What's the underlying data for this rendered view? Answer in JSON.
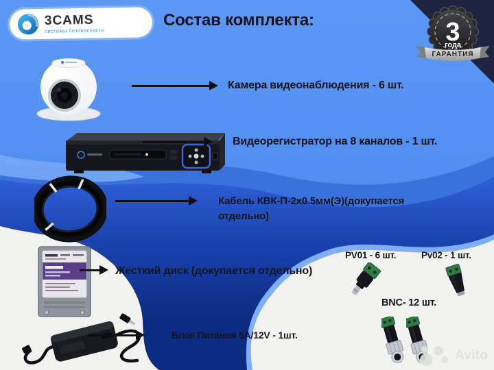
{
  "brand": {
    "name": "3CAMS",
    "tagline": "системы безопасности"
  },
  "header": {
    "title": "Состав комплекта:"
  },
  "badge": {
    "number": "3",
    "unit": "года",
    "ribbon_text": "ГАРАНТИЯ"
  },
  "items": [
    {
      "id": "camera",
      "label": "Камера видеонаблюдения - 6 шт."
    },
    {
      "id": "dvr",
      "label": "Видеорегистратор на 8 каналов - 1 шт."
    },
    {
      "id": "cable",
      "label": "Кабель КВК-П-2х0.5мм(Э)(докупается отдельно)"
    },
    {
      "id": "hdd",
      "label": "Жесткий диск (докупается отдельно)"
    },
    {
      "id": "psu",
      "label": "Блок Питания 5А/12V - 1шт."
    }
  ],
  "connectors": [
    {
      "id": "pv01",
      "label": "PV01 - 6 шт."
    },
    {
      "id": "pv02",
      "label": "Pv02 - 1 шт."
    },
    {
      "id": "bnc",
      "label": "BNC- 12 шт."
    }
  ],
  "watermark": {
    "text": "Avito"
  },
  "colors": {
    "background_blue": "#5492f2",
    "wave_mid_blue": "#3b71dd",
    "wave_navy": "#0d2b7c",
    "panel_white": "#f2f3f1",
    "corner_dark": "#1d2440",
    "text_dark": "#13141c",
    "terminal_green": "#2f7d45"
  }
}
